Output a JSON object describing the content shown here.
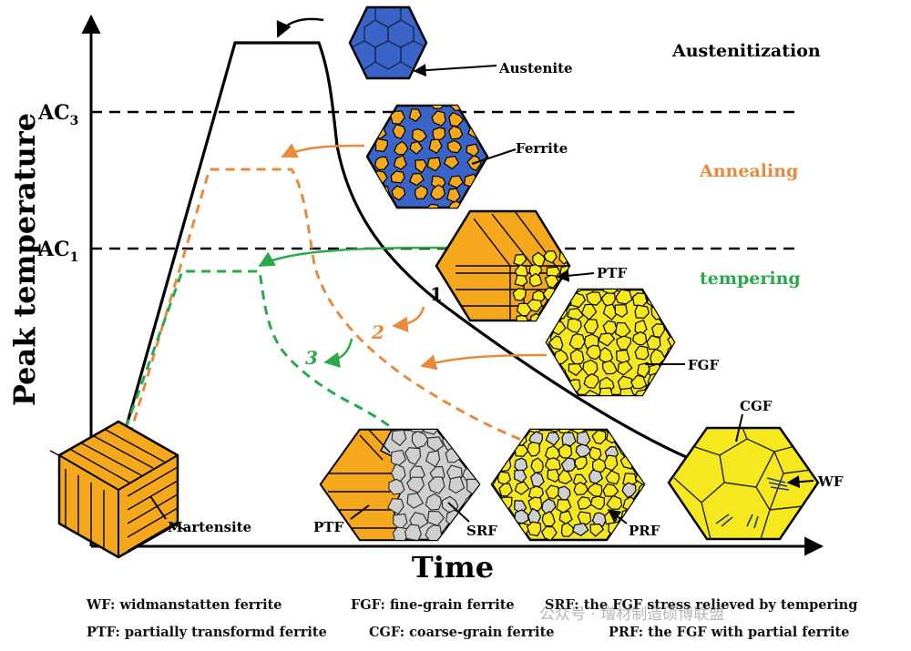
{
  "axes": {
    "y_label": "Peak temperature",
    "x_label": "Time",
    "ac3_main": "AC",
    "ac3_sub": "3",
    "ac1_main": "AC",
    "ac1_sub": "1"
  },
  "stages": {
    "austenitization": "Austenitization",
    "annealing": "Annealing",
    "tempering": "tempering"
  },
  "curve_numbers": {
    "one": "1",
    "two": "2",
    "three": "3"
  },
  "micro_labels": {
    "austenite": "Austenite",
    "ferrite": "Ferrite",
    "ptf_upper": "PTF",
    "fgf": "FGF",
    "cgf": "CGF",
    "wf": "WF",
    "martensite": "Martensite",
    "ptf_lower": "PTF",
    "srf": "SRF",
    "prf": "PRF"
  },
  "legend": {
    "wf": "WF: widmanstatten ferrite",
    "fgf": "FGF: fine-grain ferrite",
    "srf": "SRF: the FGF stress relieved by tempering",
    "ptf": "PTF: partially transformd ferrite",
    "cgf": "CGF: coarse-grain ferrite",
    "prf": "PRF: the FGF with partial ferrite"
  },
  "watermark": "公众号 · 增材制造硕博联盟",
  "colors": {
    "austenite": "#3a64c8",
    "orange": "#f5a81c",
    "yellow": "#f6e81e",
    "gray": "#cfcfcf",
    "annealing": "#e88a3c",
    "tempering": "#2aa84a",
    "line": "#000000"
  }
}
